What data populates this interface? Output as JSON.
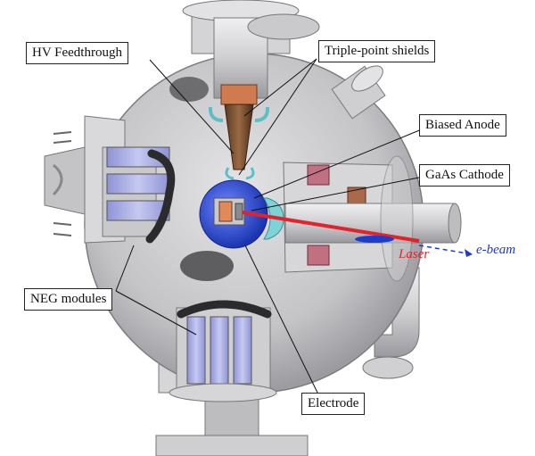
{
  "labels": {
    "hv_feedthrough": "HV Feedthrough",
    "triple_point_shields": "Triple-point shields",
    "biased_anode": "Biased Anode",
    "gaas_cathode": "GaAs Cathode",
    "neg_modules": "NEG modules",
    "electrode": "Electrode",
    "laser": "Laser",
    "e_beam": "e-beam"
  },
  "colors": {
    "chamber": "#c9c9cb",
    "chamber_dark": "#8f8f92",
    "neg": "#aeb2e3",
    "electrode": "#2a48c8",
    "ceramic": "#7a4a2a",
    "copper": "#c0704a",
    "laser": "#e3232a",
    "ebeam": "#1a3ccf",
    "shield": "#7fd3d6"
  }
}
